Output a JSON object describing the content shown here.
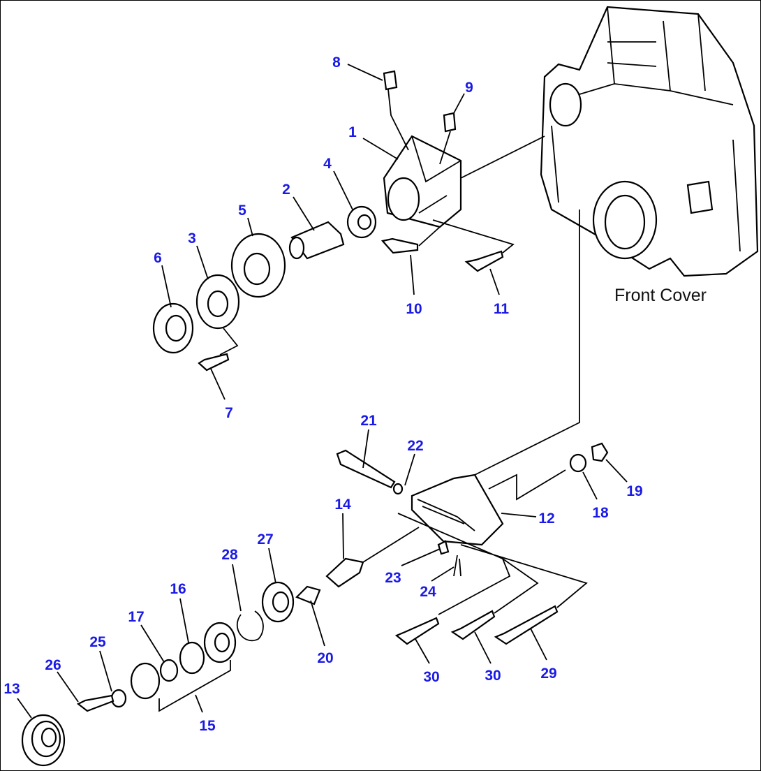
{
  "diagram": {
    "label_front_cover": "Front Cover",
    "callouts": [
      "8",
      "9",
      "1",
      "4",
      "2",
      "5",
      "3",
      "6",
      "10",
      "11",
      "7",
      "21",
      "22",
      "14",
      "12",
      "18",
      "19",
      "27",
      "28",
      "16",
      "17",
      "23",
      "24",
      "20",
      "25",
      "26",
      "13",
      "15",
      "30",
      "30",
      "29"
    ],
    "callout_color": "#1a1ae6"
  }
}
